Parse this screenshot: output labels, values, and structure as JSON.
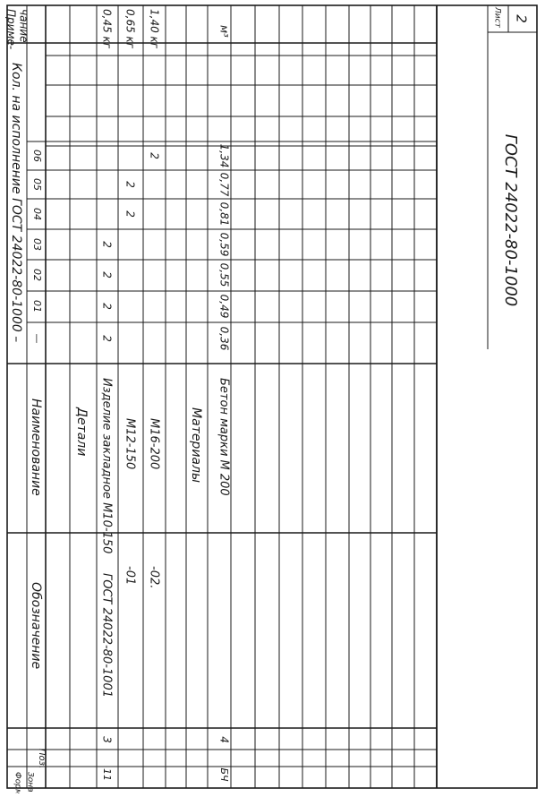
{
  "headers": {
    "format": "Формат",
    "zone": "Зона",
    "pos": "Поз.",
    "designation": "Обозначение",
    "name": "Наименование",
    "qty": "Кол. на исполнение ГОСТ 24022-80-1000 –",
    "note_line1": "Приме-",
    "note_line2": "чание"
  },
  "variants": [
    "—",
    "01",
    "02",
    "03",
    "04",
    "05",
    "06"
  ],
  "sections": {
    "details": "Детали",
    "materials": "Материалы"
  },
  "rows": [
    {
      "format": "11",
      "pos": "3",
      "designation": "ГОСТ 24022-80-1001",
      "name": "Изделие закладное М10-150",
      "qty": [
        "2",
        "2",
        "2",
        "2",
        "",
        "",
        ""
      ],
      "note": "0,45 кг"
    },
    {
      "format": "",
      "pos": "",
      "designation": "-01",
      "name": "М12-150",
      "qty": [
        "",
        "",
        "",
        "",
        "2",
        "2",
        ""
      ],
      "note": "0,65 кг"
    },
    {
      "format": "",
      "pos": "",
      "designation": "-02.",
      "name": "М16-200",
      "qty": [
        "",
        "",
        "",
        "",
        "",
        "",
        "2"
      ],
      "note": "1,40 кг"
    },
    {
      "format": "БЧ",
      "pos": "4",
      "designation": "",
      "name": "Бетон марки М 200",
      "qty": [
        "0,36",
        "0,49",
        "0,55",
        "0,59",
        "0,81",
        "0,77",
        "1,34"
      ],
      "note": "м³"
    }
  ],
  "stamp": {
    "doc_code": "ГОСТ 24022-80-1000",
    "sheet_label": "Лист",
    "sheet_number": "2"
  }
}
